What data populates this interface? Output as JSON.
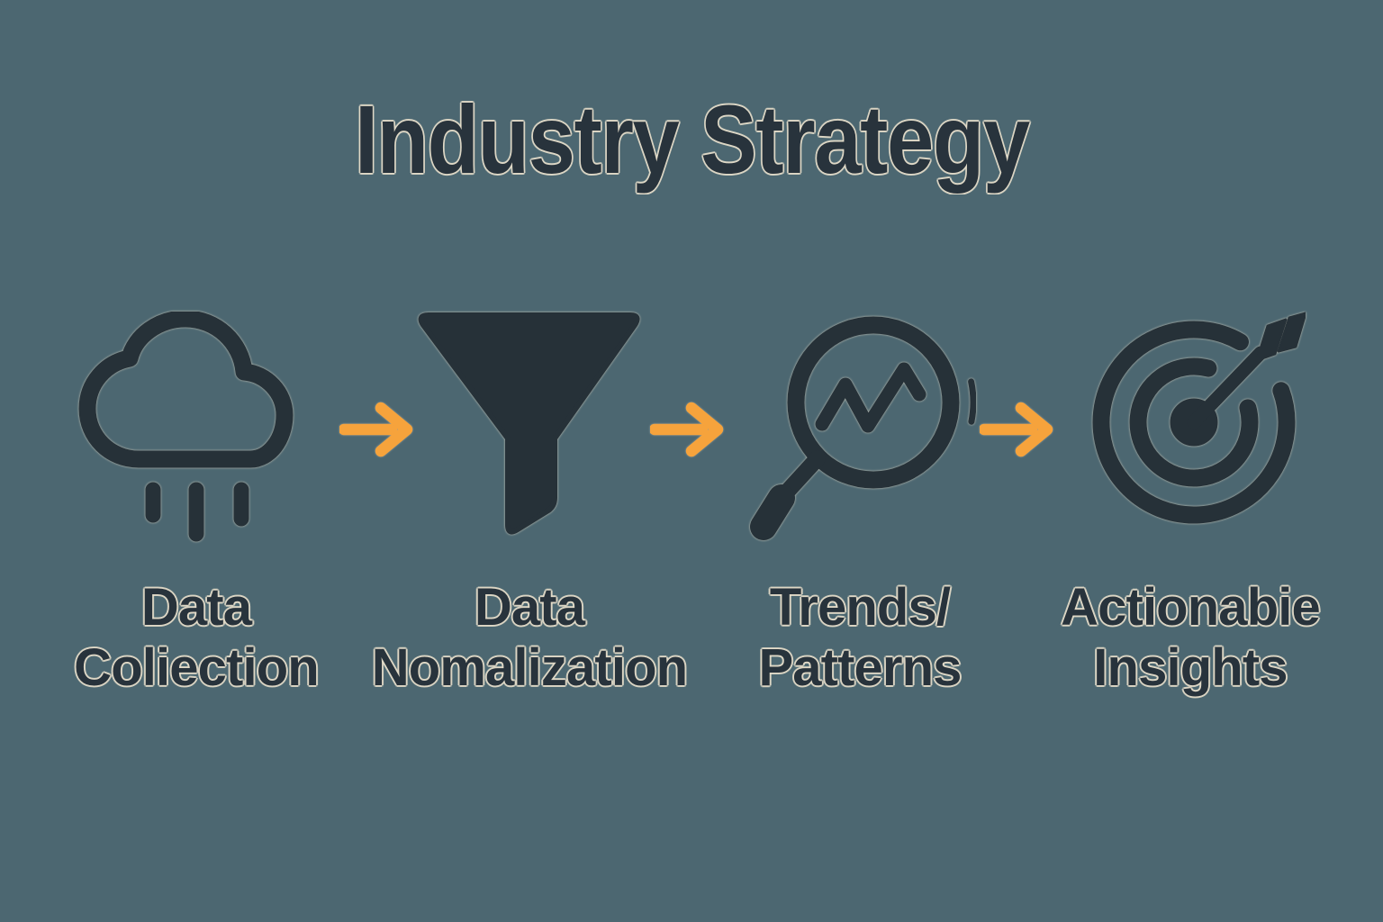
{
  "title": "Industry Strategy",
  "colors": {
    "background": "#4C6771",
    "ink": "#263138",
    "arrow_orange": "#F6A33C",
    "text_halo": "#E3DCC9"
  },
  "steps": [
    {
      "name": "data-collection",
      "icon": "cloud-rain-icon",
      "label": [
        "Data",
        "Coliection"
      ]
    },
    {
      "name": "data-normalization",
      "icon": "funnel-icon",
      "label": [
        "Data",
        "Nomalization"
      ]
    },
    {
      "name": "trends-patterns",
      "icon": "magnifier-trend-icon",
      "label": [
        "Trends/",
        "Patterns"
      ]
    },
    {
      "name": "actionable-insights",
      "icon": "target-arrow-icon",
      "label": [
        "Actionabie",
        "Insights"
      ]
    }
  ],
  "connectors": [
    {
      "icon": "arrow-right-icon"
    },
    {
      "icon": "arrow-right-icon"
    },
    {
      "icon": "arrow-right-icon"
    }
  ]
}
